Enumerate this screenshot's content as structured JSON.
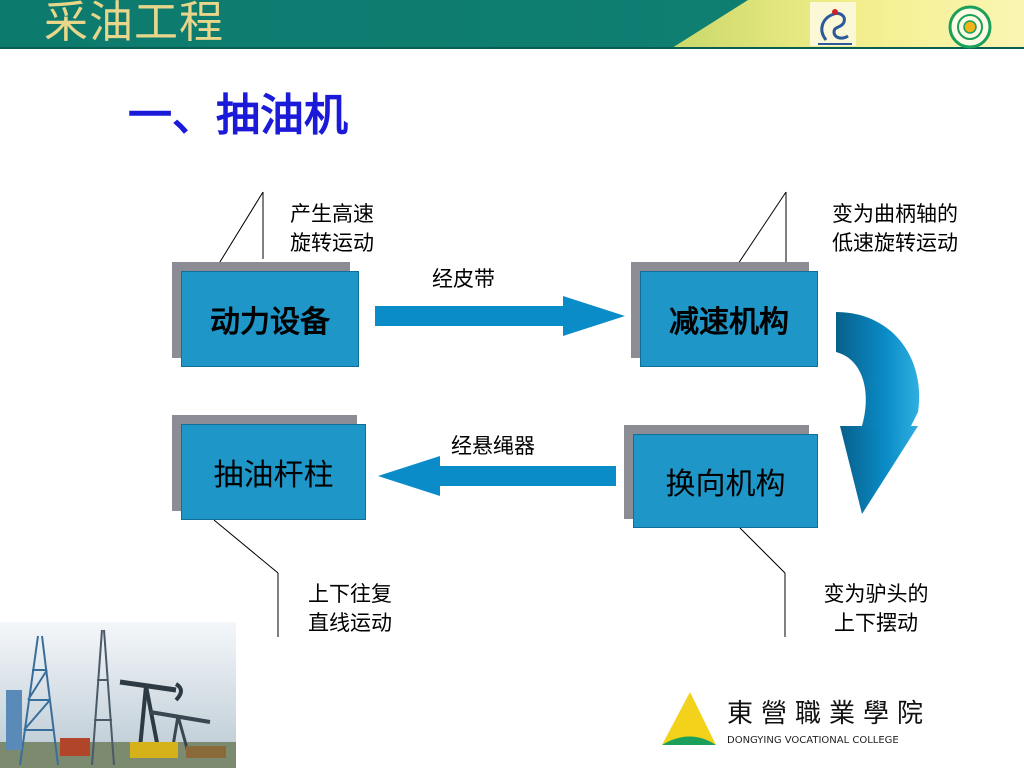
{
  "header": {
    "title": "采油工程"
  },
  "main": {
    "heading": "一、抽油机"
  },
  "flow": {
    "power": {
      "label": "动力设备",
      "note": [
        "产生高速",
        "旋转运动"
      ]
    },
    "reducer": {
      "label": "减速机构",
      "note": [
        "变为曲柄轴的",
        "低速旋转运动"
      ]
    },
    "reverser": {
      "label": "换向机构",
      "note": [
        "变为驴头的",
        "上下摆动"
      ]
    },
    "rod": {
      "label": "抽油杆柱",
      "note": [
        "上下往复",
        "直线运动"
      ]
    },
    "arrow_top_label": "经皮带",
    "arrow_bottom_label": "经悬绳器"
  },
  "footer": {
    "college_cn": "東營職業學院",
    "college_en": "DONGYING VOCATIONAL COLLEGE"
  },
  "colors": {
    "header_band": "#0d7a6e",
    "header_accent": "#f2ee8a",
    "title_text": "#e8d68a",
    "heading_text": "#1a1ad8",
    "box_fill": "#1e96c8",
    "box_shadow": "#8c8c94",
    "arrow": "#0a8cc8",
    "logo_yellow": "#f2d21a",
    "logo_green": "#1aa05a"
  },
  "icons": {
    "crane_logo": "crane-emblem-icon",
    "school_badge": "circular-badge-icon",
    "college_logo": "triangle-logo-icon",
    "oilfield_photo": "oilfield-photo"
  }
}
